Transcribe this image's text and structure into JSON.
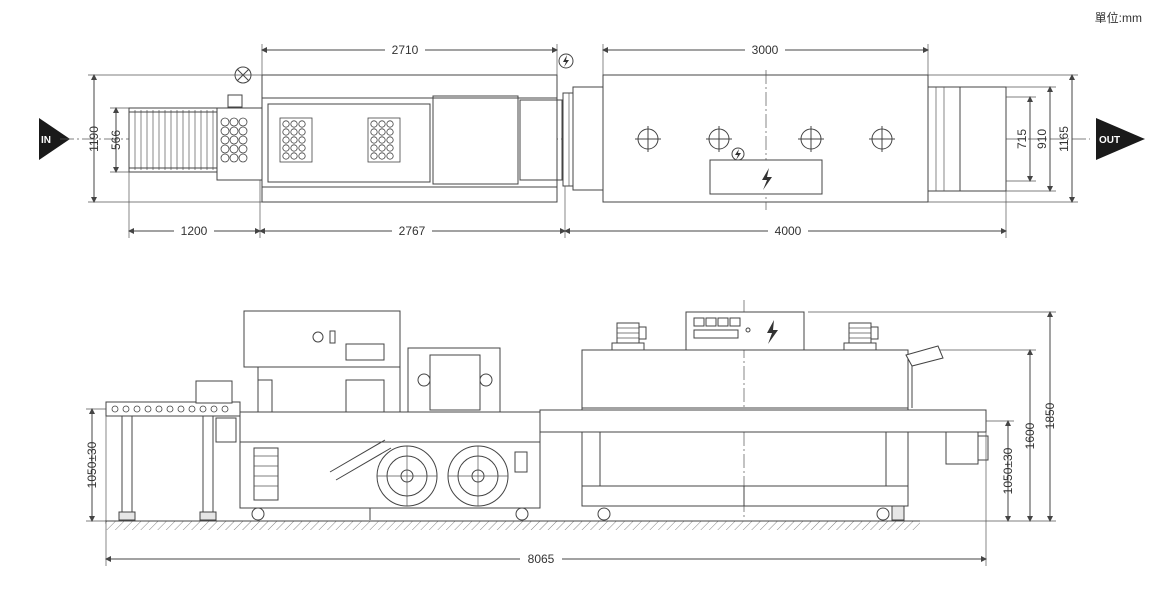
{
  "unit_label": "單位:mm",
  "in_label": "IN",
  "out_label": "OUT",
  "top_view": {
    "dim_2710": "2710",
    "dim_3000": "3000",
    "dim_1200": "1200",
    "dim_2767": "2767",
    "dim_4000": "4000",
    "dim_1190": "1190",
    "dim_566": "566",
    "dim_715": "715",
    "dim_910": "910",
    "dim_1165": "1165"
  },
  "side_view": {
    "dim_8065": "8065",
    "dim_1050_left": "1050±30",
    "dim_1050_right": "1050±30",
    "dim_1600": "1600",
    "dim_1850": "1850"
  },
  "colors": {
    "line": "#444444",
    "arrow": "#1a1a1a",
    "text": "#333333"
  }
}
